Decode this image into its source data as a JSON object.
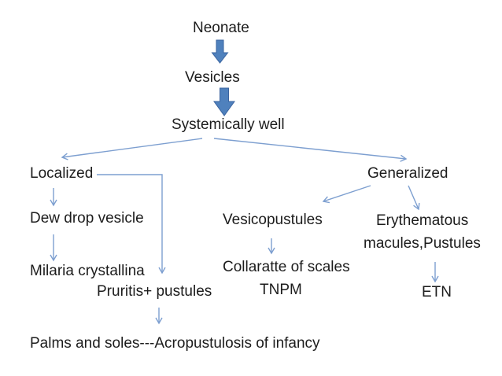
{
  "diagram": {
    "nodes": {
      "neonate": "Neonate",
      "vesicles": "Vesicles",
      "systemically_well": "Systemically well",
      "localized": "Localized",
      "generalized": "Generalized",
      "dew_drop_vesicle": "Dew drop vesicle",
      "milaria_crystallina": "Milaria crystallina",
      "pruritis_pustules": "Pruritis+ pustules",
      "palms_and_soles": "Palms and soles---Acropustulosis of infancy",
      "vesicopustules": "Vesicopustules",
      "collaratte_of_scales": "Collaratte of scales",
      "tnpm": "TNPM",
      "erythematous_line1": "Erythematous",
      "erythematous_line2": "macules,Pustules",
      "etn": "ETN"
    },
    "colors": {
      "background": "#ffffff",
      "text": "#1c1c1c",
      "block_arrow_fill": "#4f81bd",
      "block_arrow_border": "#3a64a0",
      "connector": "#7d9fd0"
    }
  }
}
